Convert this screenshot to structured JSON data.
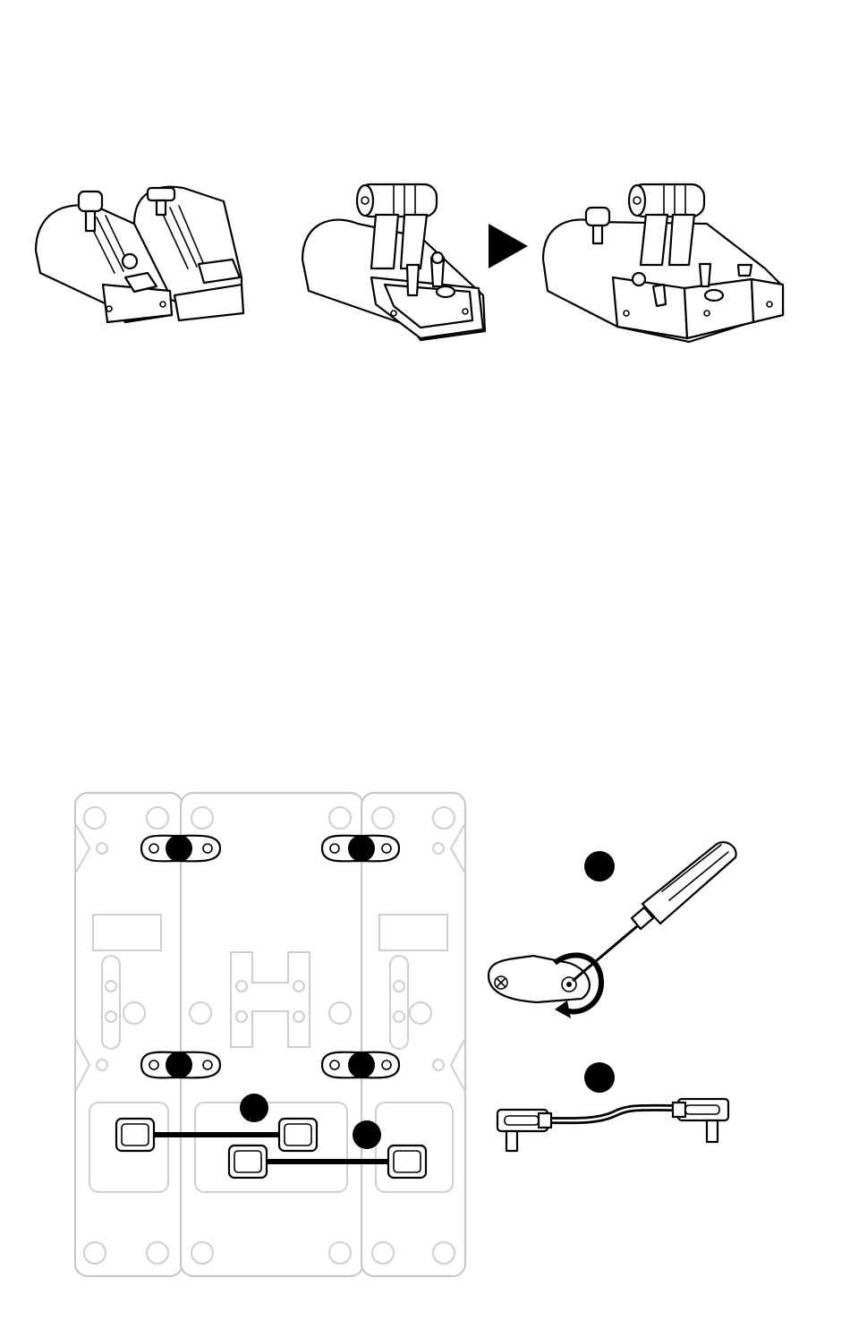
{
  "figures": {
    "top": {
      "items": [
        "side-modules-pair",
        "throttle-quadrant",
        "assembled-quadrant"
      ],
      "arrow_icon": "right-triangle-arrow"
    },
    "bottom": {
      "items": [
        "underside-base-plates",
        "screwdriver-fastening",
        "connection-cable"
      ],
      "step_markers": 4,
      "rotation_icon": "counter-clockwise-arrow"
    }
  },
  "colors": {
    "ink": "#000000",
    "ghost": "#c8c8c8",
    "background": "#ffffff"
  }
}
